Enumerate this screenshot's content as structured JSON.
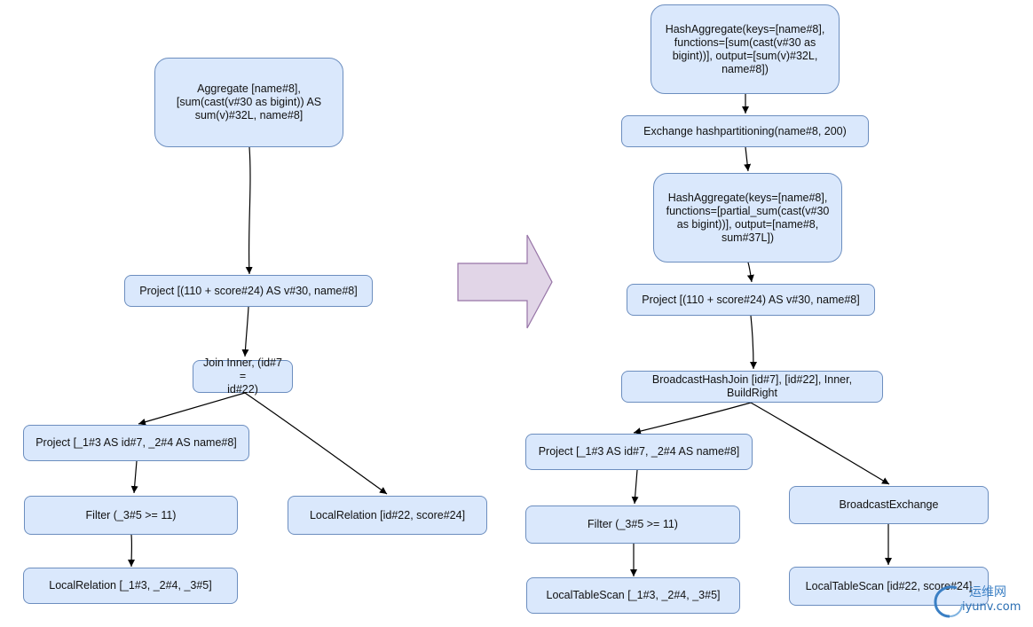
{
  "left_plan": {
    "aggregate": "Aggregate [name#8],\n[sum(cast(v#30 as bigint)) AS\nsum(v)#32L, name#8]",
    "project": "Project [(110 + score#24) AS v#30, name#8]",
    "join": "Join Inner, (id#7 =\nid#22)",
    "project2": "Project [_1#3 AS id#7, _2#4 AS name#8]",
    "filter": "Filter (_3#5 >= 11)",
    "local_relation_left": "LocalRelation [_1#3, _2#4, _3#5]",
    "local_relation_right": "LocalRelation [id#22, score#24]"
  },
  "right_plan": {
    "hash_aggregate_final": "HashAggregate(keys=[name#8],\nfunctions=[sum(cast(v#30 as\nbigint))], output=[sum(v)#32L,\nname#8])",
    "exchange": "Exchange hashpartitioning(name#8, 200)",
    "hash_aggregate_partial": "HashAggregate(keys=[name#8],\nfunctions=[partial_sum(cast(v#30\nas bigint))], output=[name#8,\nsum#37L])",
    "project": "Project [(110 + score#24) AS v#30, name#8]",
    "broadcast_hash_join": "BroadcastHashJoin [id#7], [id#22], Inner,\nBuildRight",
    "project2": "Project [_1#3 AS id#7, _2#4 AS name#8]",
    "filter": "Filter (_3#5 >= 11)",
    "local_table_scan_left": "LocalTableScan [_1#3, _2#4, _3#5]",
    "broadcast_exchange": "BroadcastExchange",
    "local_table_scan_right": "LocalTableScan [id#22, score#24]"
  },
  "watermark": {
    "text1": "运维网",
    "text2": "iyunv.com"
  },
  "colors": {
    "node_fill": "#dae8fc",
    "node_border": "#6c8ebf",
    "arrow_fill": "#e1d5e7",
    "arrow_border": "#9673a6",
    "edge": "#000000"
  }
}
